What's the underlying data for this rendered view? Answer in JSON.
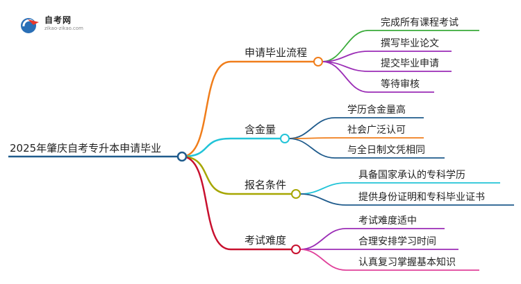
{
  "logo": {
    "title": "自考网",
    "subtitle": "zikao-zikao.com"
  },
  "root": {
    "label": "2025年肇庆自考专升本申请毕业",
    "color": "#1f5b8c"
  },
  "branches": [
    {
      "label": "申请毕业流程",
      "color": "#f07d1a",
      "leaves": [
        {
          "label": "完成所有课程考试",
          "color": "#3aab3a"
        },
        {
          "label": "撰写毕业论文",
          "color": "#9b2db6"
        },
        {
          "label": "提交毕业申请",
          "color": "#9b2db6"
        },
        {
          "label": "等待审核",
          "color": "#9b2db6"
        }
      ]
    },
    {
      "label": "含金量",
      "color": "#22c4d8",
      "leaves": [
        {
          "label": "学历含金量高",
          "color": "#1f5b8c"
        },
        {
          "label": "社会广泛认可",
          "color": "#f07d1a"
        },
        {
          "label": "与全日制文凭相同",
          "color": "#1f5b8c"
        }
      ]
    },
    {
      "label": "报名条件",
      "color": "#a6a600",
      "leaves": [
        {
          "label": "具备国家承认的专科学历",
          "color": "#22c4d8"
        },
        {
          "label": "提供身份证明和专科毕业证书",
          "color": "#1f5b8c"
        }
      ]
    },
    {
      "label": "考试难度",
      "color": "#c8102e",
      "leaves": [
        {
          "label": "考试难度适中",
          "color": "#9b2db6"
        },
        {
          "label": "合理安排学习时间",
          "color": "#9b2db6"
        },
        {
          "label": "认真复习掌握基本知识",
          "color": "#e0409a"
        }
      ]
    }
  ]
}
